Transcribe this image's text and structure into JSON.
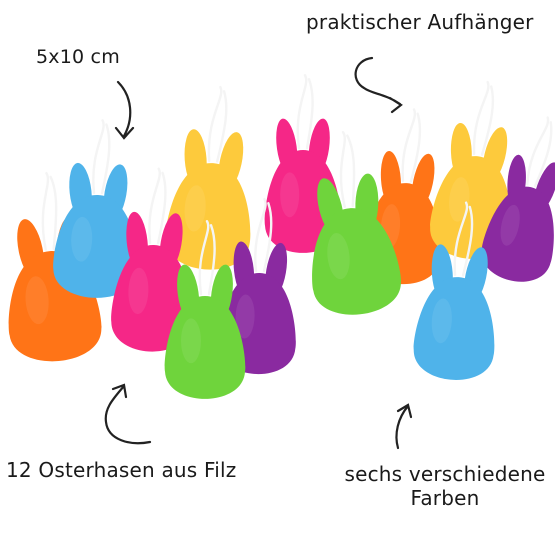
{
  "labels": {
    "size": "5x10 cm",
    "hanger": "praktischer Aufhänger",
    "count": "12 Osterhasen aus Filz",
    "colors_line1": "sechs verschiedene",
    "colors_line2": "Farben"
  },
  "colors": {
    "orange": "#ff7417",
    "blue": "#4fb3ea",
    "yellow": "#fdca3c",
    "pink": "#f52787",
    "green": "#6fd43c",
    "purple": "#8a2aa0",
    "string": "#f4f4f4",
    "arrow": "#222222"
  },
  "bunnies": [
    {
      "id": "orange-left",
      "color": "orange"
    },
    {
      "id": "blue-left",
      "color": "blue"
    },
    {
      "id": "yellow-mid",
      "color": "yellow"
    },
    {
      "id": "pink-top",
      "color": "pink"
    },
    {
      "id": "orange-right",
      "color": "orange"
    },
    {
      "id": "yellow-right",
      "color": "yellow"
    },
    {
      "id": "purple-right",
      "color": "purple"
    },
    {
      "id": "pink-mid",
      "color": "pink"
    },
    {
      "id": "purple-mid",
      "color": "purple"
    },
    {
      "id": "green-mid",
      "color": "green"
    },
    {
      "id": "green-front",
      "color": "green"
    },
    {
      "id": "blue-right",
      "color": "blue"
    }
  ],
  "icons": [
    "curved-arrow-icon"
  ]
}
